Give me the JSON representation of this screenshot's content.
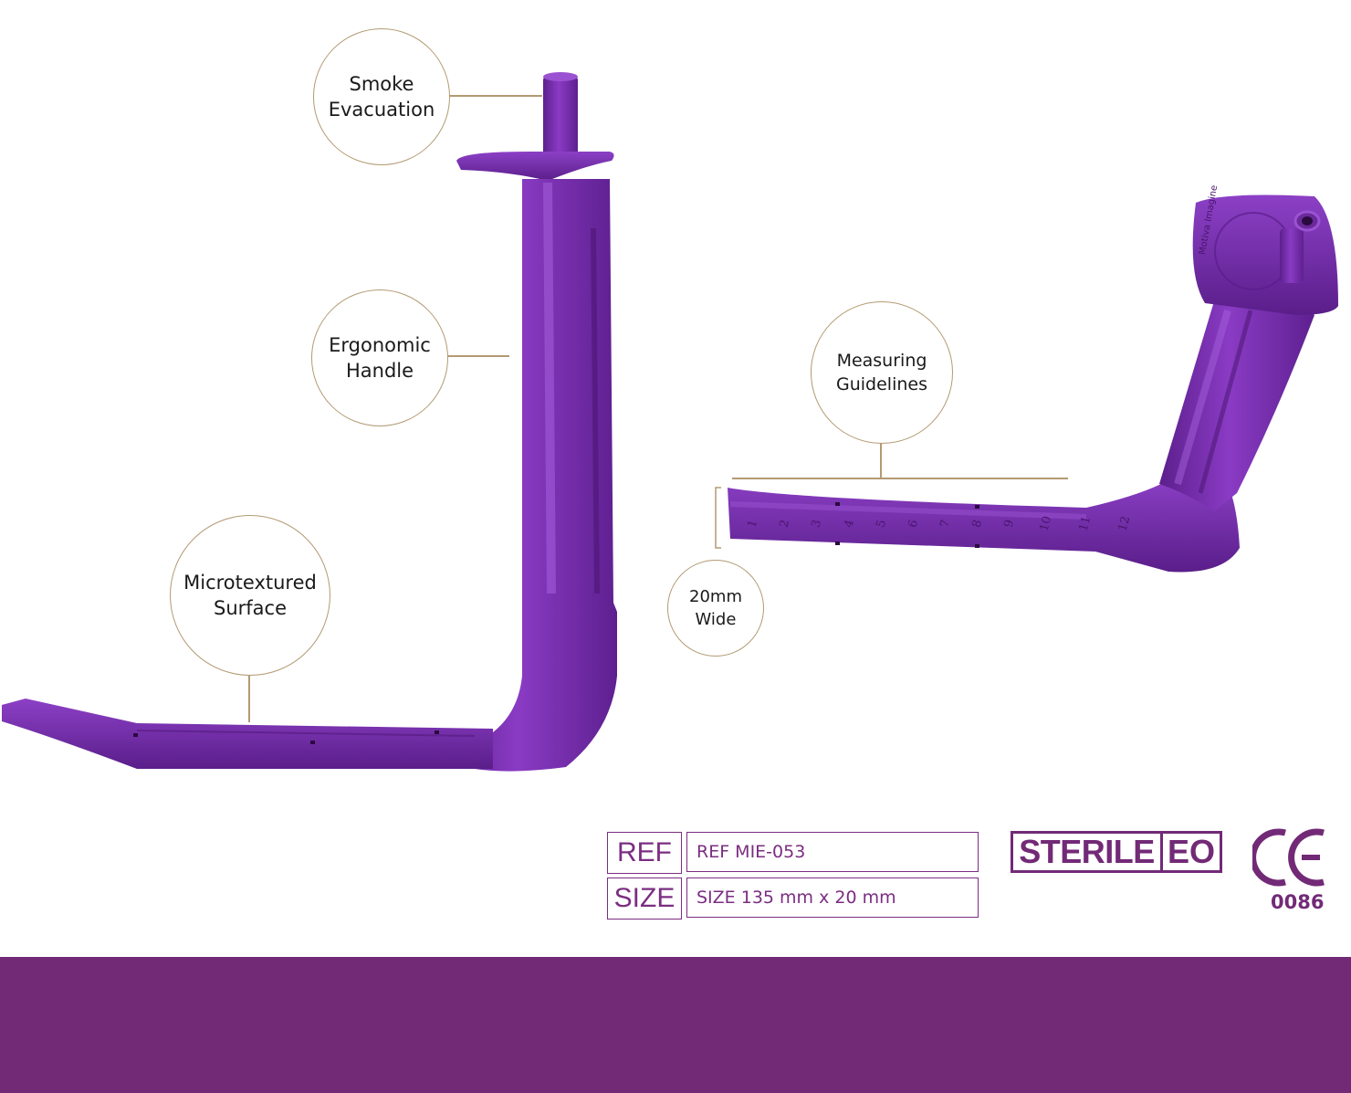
{
  "callouts": {
    "smoke": "Smoke\nEvacuation",
    "handle": "Ergonomic\nHandle",
    "surface": "Microtextured\nSurface",
    "guidelines": "Measuring\nGuidelines",
    "wide": "20mm\nWide"
  },
  "specs": {
    "ref_label": "REF",
    "ref_value": "REF MIE-053",
    "size_label": "SIZE",
    "size_value": "SIZE 135 mm x 20 mm"
  },
  "marks": {
    "sterile": "STERILE",
    "eo": "EO",
    "ce": "CE",
    "notified_body": "0086"
  },
  "blade_engraving": {
    "scale": [
      "1",
      "2",
      "3",
      "4",
      "5",
      "6",
      "7",
      "8",
      "9",
      "10",
      "11",
      "12"
    ],
    "brand": "Motiva Imagine"
  },
  "colors": {
    "brand_purple": "#722a77",
    "device_purple": "#7a2fb0",
    "callout_gold": "#b39a73"
  }
}
